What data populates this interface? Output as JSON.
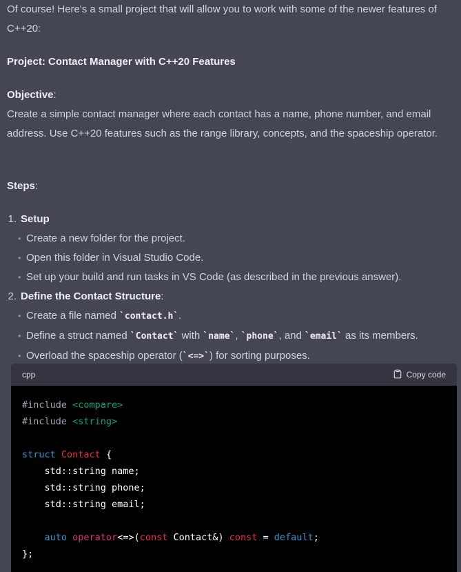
{
  "intro": "Of course! Here's a small project that will allow you to work with some of the newer features of C++20:",
  "project_title": "Project: Contact Manager with C++20 Features",
  "objective": {
    "title": "Objective",
    "colon": ":",
    "body": "Create a simple contact manager where each contact has a name, phone number, and email address. Use C++20 features such as the range library, concepts, and the spaceship operator."
  },
  "steps": {
    "title": "Steps",
    "colon": ":",
    "items": [
      {
        "number": "1.",
        "title": "Setup",
        "bullets": [
          "Create a new folder for the project.",
          "Open this folder in Visual Studio Code.",
          "Set up your build and run tasks in VS Code (as described in the previous answer)."
        ]
      },
      {
        "number": "2.",
        "title": "Define the Contact Structure",
        "colon": ":",
        "bullets": [
          {
            "t1": "Create a file named ",
            "c1": "`contact.h`",
            "t2": "."
          },
          {
            "t1": "Define a struct named ",
            "c1": "`Contact`",
            "t2": " with ",
            "c2": "`name`",
            "t3": ", ",
            "c3": "`phone`",
            "t4": ", and ",
            "c4": "`email`",
            "t5": " as its members."
          },
          {
            "t1": "Overload the spaceship operator (",
            "c1": "`<=>`",
            "t2": ") for sorting purposes."
          }
        ]
      }
    ]
  },
  "code_block": {
    "language": "cpp",
    "copy_label": "Copy code",
    "lines": {
      "l1_pre": "#include ",
      "l1_str": "<compare>",
      "l2_pre": "#include ",
      "l2_str": "<string>",
      "l4_kw": "struct ",
      "l4_type": "Contact",
      "l4_rest": " {",
      "l5": "    std::string name;",
      "l6": "    std::string phone;",
      "l7": "    std::string email;",
      "l9_indent": "    ",
      "l9_kw": "auto ",
      "l9_fn": "operator",
      "l9_op": "<=>",
      "l9_p1": "(",
      "l9_const1": "const",
      "l9_p2": " Contact&) ",
      "l9_const2": "const",
      "l9_p3": " = ",
      "l9_default": "default",
      "l9_end": ";",
      "l10": "};"
    }
  },
  "colors": {
    "background": "#444654",
    "code_background": "#000000",
    "code_header": "#343541",
    "preprocessor": "#99a2ad",
    "string": "#00a67d",
    "keyword": "#2e95d3",
    "type": "#f22c3d",
    "function": "#df3079"
  }
}
